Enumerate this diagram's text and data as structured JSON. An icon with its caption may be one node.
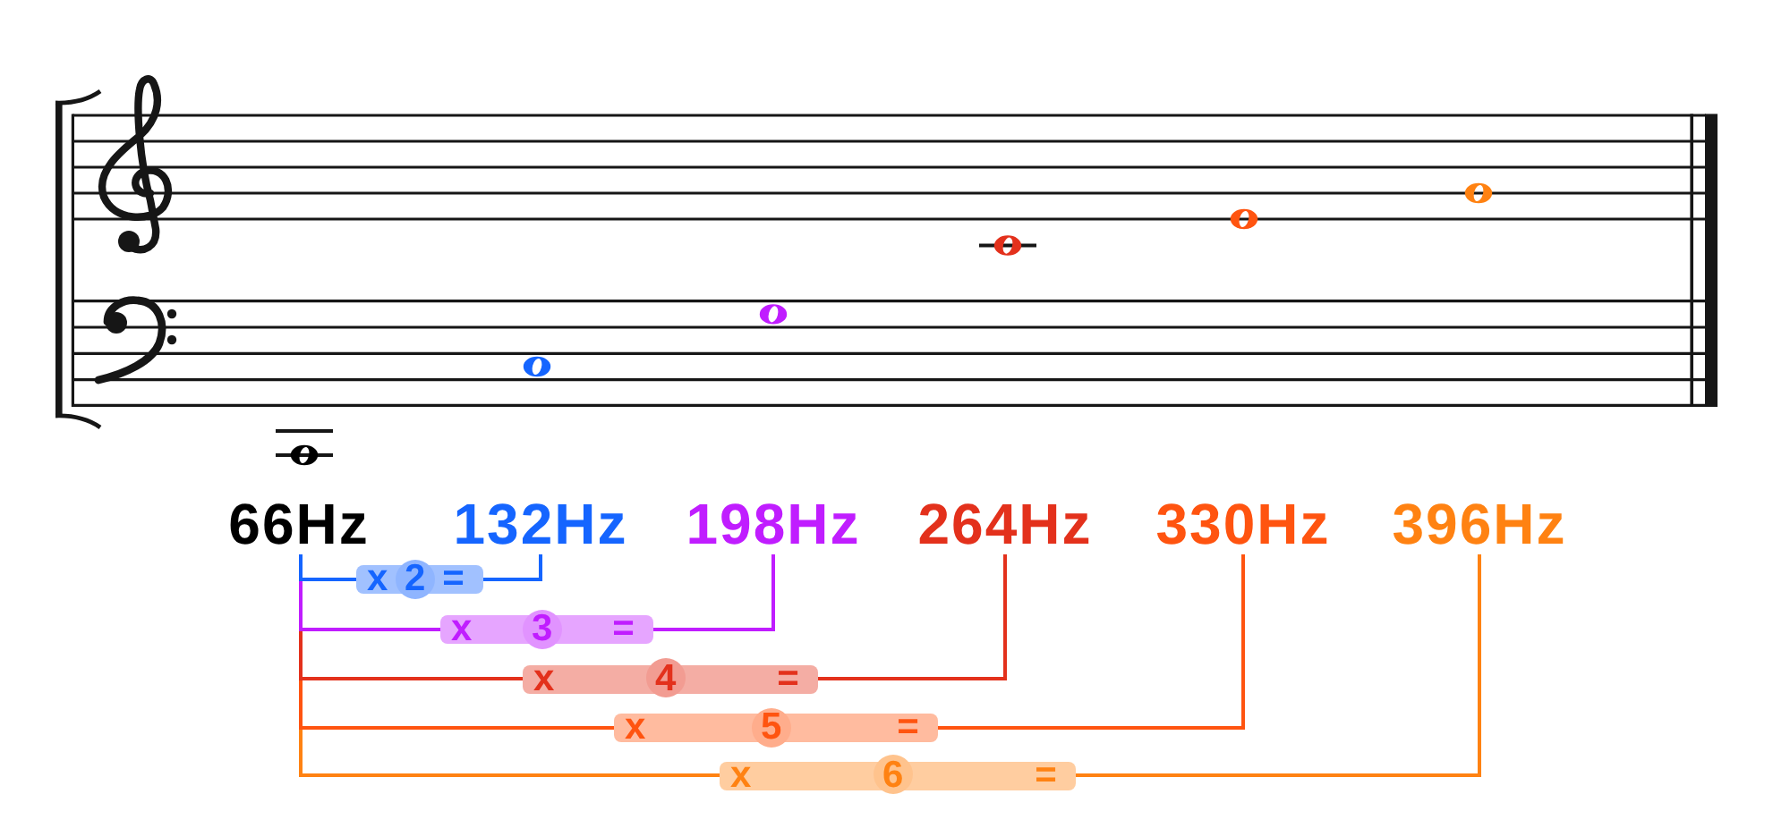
{
  "diagram": {
    "nodes": [
      {
        "text": [
          "66Hz"
        ]
      },
      {
        "text": [
          "132Hz"
        ]
      },
      {
        "text": [
          "198Hz"
        ]
      },
      {
        "text": [
          "264Hz"
        ]
      },
      {
        "text": [
          "330Hz"
        ]
      },
      {
        "text": [
          "396Hz"
        ]
      }
    ],
    "edges": [
      {
        "from": 0,
        "to": 1,
        "arrow": "none",
        "label": "x 2 =",
        "color": "#1565ff"
      },
      {
        "from": 0,
        "to": 2,
        "arrow": "none",
        "label": "x 3 =",
        "color": "#c01dff"
      },
      {
        "from": 0,
        "to": 3,
        "arrow": "none",
        "label": "x 4 =",
        "color": "#e3311c"
      },
      {
        "from": 0,
        "to": 4,
        "arrow": "none",
        "label": "x 5 =",
        "color": "#ff5410"
      },
      {
        "from": 0,
        "to": 5,
        "arrow": "none",
        "label": "x 6 =",
        "color": "#ff8212"
      }
    ]
  }
}
